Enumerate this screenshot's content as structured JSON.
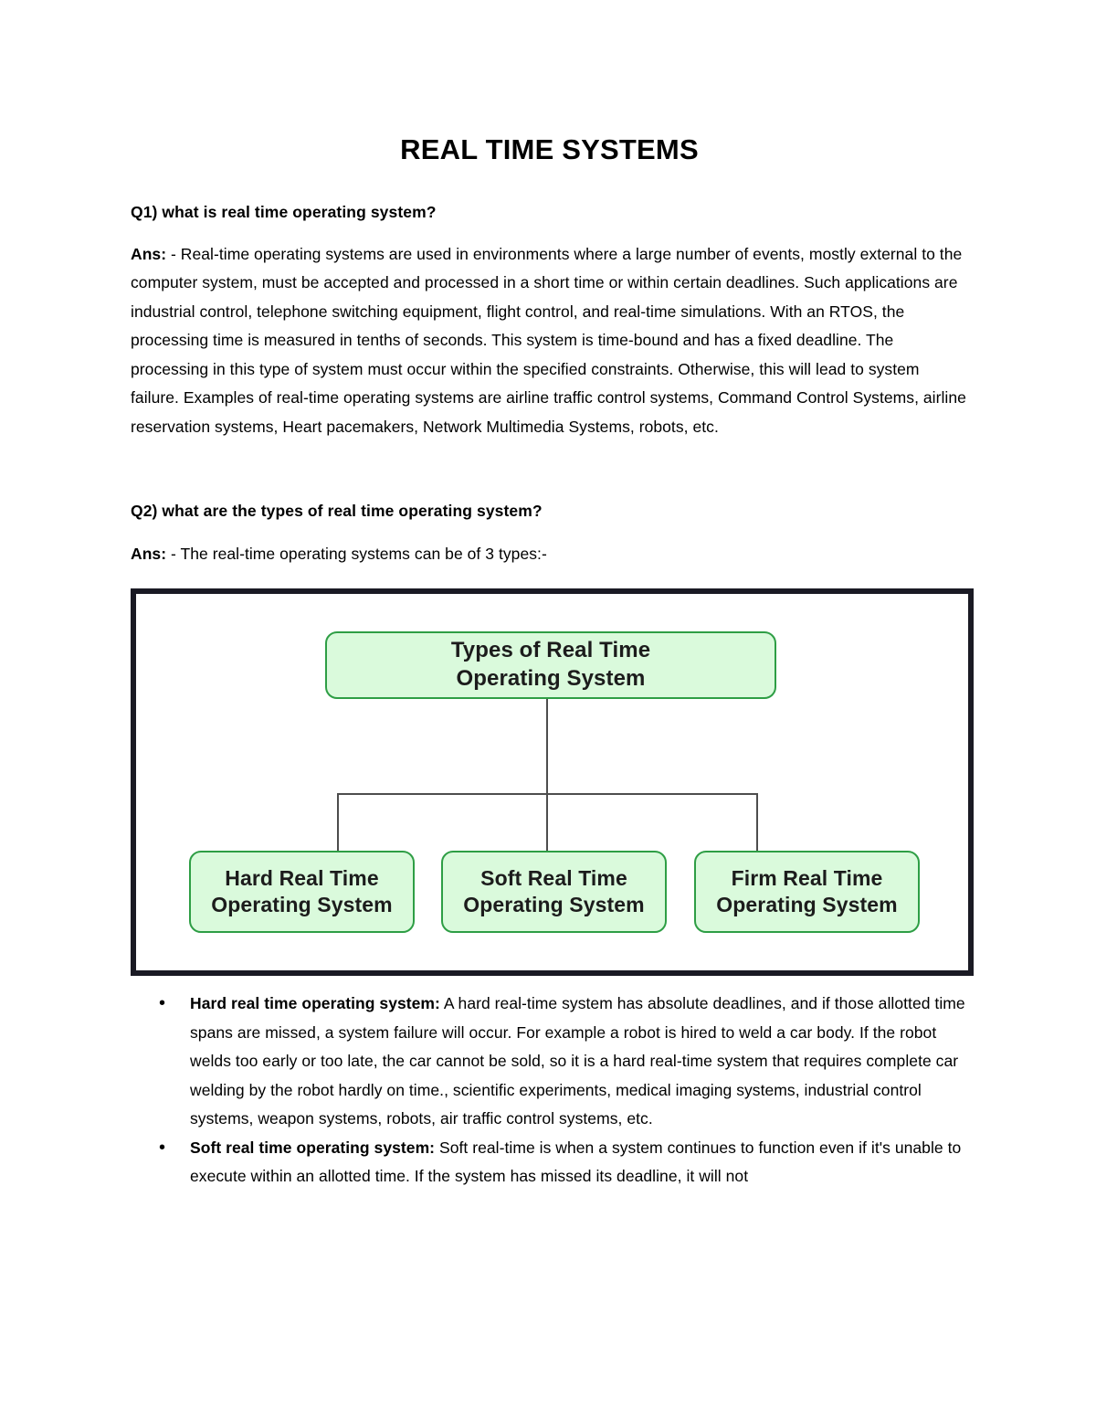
{
  "document": {
    "title": "REAL TIME SYSTEMS",
    "sections": [
      {
        "question": "Q1) what is real time operating system?",
        "answer_label": "Ans:",
        "answer_text": " - Real-time operating systems are used in environments where a large number of events, mostly external to the computer system, must be accepted and processed in a short time or within certain deadlines. Such applications are industrial control, telephone switching equipment, flight control, and real-time simulations.  With an RTOS, the processing time is measured in tenths of seconds. This system is time-bound and has a fixed deadline. The processing in this type of system must occur within the specified constraints. Otherwise, this will lead to system failure. Examples of real-time operating systems are airline traffic control systems, Command Control Systems, airline reservation systems, Heart pacemakers, Network Multimedia Systems, robots, etc."
      },
      {
        "question": "Q2) what are the types of real time operating system?",
        "answer_label": "Ans:",
        "answer_text": " - The real-time operating systems can be of 3 types:-"
      }
    ],
    "diagram": {
      "root": {
        "line1": "Types of Real Time",
        "line2": "Operating System"
      },
      "children": [
        {
          "line1": "Hard Real Time",
          "line2": "Operating System"
        },
        {
          "line1": "Soft Real Time",
          "line2": "Operating System"
        },
        {
          "line1": "Firm Real Time",
          "line2": "Operating System"
        }
      ],
      "colors": {
        "node_fill": "#dafadc",
        "node_border": "#2e9e45",
        "frame": "#1a1a24",
        "connector": "#4d4d4d"
      }
    },
    "bullets": [
      {
        "term": "Hard real time operating system:",
        "text": " A hard real-time system has absolute deadlines, and if those allotted time spans are missed, a system failure will occur. For example a robot is hired to weld a car body. If the robot welds too early or too late, the car cannot be sold, so it is a hard real-time system that requires complete car welding by the robot hardly on time., scientific experiments, medical imaging systems, industrial control systems, weapon systems, robots, air traffic control systems, etc."
      },
      {
        "term": "Soft real time operating system:",
        "text": " Soft real-time is when a system continues to function even if it's unable to execute within an allotted time. If the system has missed its deadline, it will not"
      }
    ]
  }
}
